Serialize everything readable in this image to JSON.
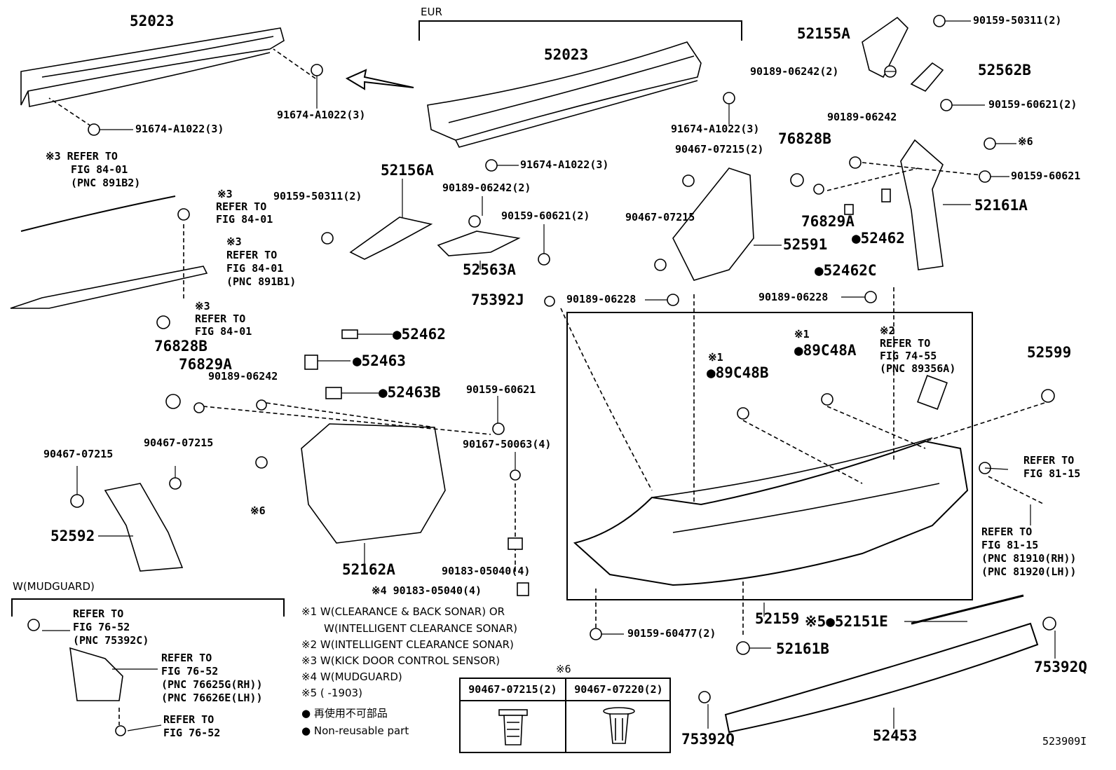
{
  "header": {
    "eur": "EUR",
    "mudguard": "W(MUDGUARD)"
  },
  "parts": {
    "p52023a": "52023",
    "p52023b": "52023",
    "p91674a": "91674-A1022(3)",
    "p91674b": "91674-A1022(3)",
    "p91674c": "91674-A1022(3)",
    "p91674d": "91674-A1022(3)",
    "p52155A": "52155A",
    "p90159_50311_2a": "90159-50311(2)",
    "p90189_06242_2a": "90189-06242(2)",
    "p52562B": "52562B",
    "p90159_60621_2a": "90159-60621(2)",
    "p90189_06242b": "90189-06242",
    "p76828Ba": "76828B",
    "p90467_07215_2": "90467-07215(2)",
    "p6a": "※6",
    "p90159_60621a": "90159-60621",
    "p52161A": "52161A",
    "p76829Aa": "76829A",
    "p52462a": "●52462",
    "p90467_07215a": "90467-07215",
    "p52591": "52591",
    "p52462C": "●52462C",
    "p52156A": "52156A",
    "p90189_06242_2b": "90189-06242(2)",
    "p90159_50311_2b": "90159-50311(2)",
    "p90159_60621_2b": "90159-60621(2)",
    "p52563A": "52563A",
    "p75392J": "75392J",
    "p90189_06228a": "90189-06228",
    "p90189_06228b": "90189-06228",
    "p52462b": "●52462",
    "p52463": "●52463",
    "p52463B": "●52463B",
    "p76828Bb": "76828B",
    "p76829Ab": "76829A",
    "p90189_06242c": "90189-06242",
    "p90159_60621b": "90159-60621",
    "p90167": "90167-50063(4)",
    "p89C48A_n": "※1",
    "p89C48A": "●89C48A",
    "p89C48B_n": "※1",
    "p89C48B": "●89C48B",
    "p52599": "52599",
    "p90467_07215b": "90467-07215",
    "p90467_07215c": "90467-07215",
    "p6b": "※6",
    "p52592": "52592",
    "p52162A": "52162A",
    "p90183_4a": "90183-05040(4)",
    "p90183_4b": "※4 90183-05040(4)",
    "p52159": "52159",
    "p52151E": "※5●52151E",
    "p90159_60477": "90159-60477(2)",
    "p52161B": "52161B",
    "p75392Qa": "75392Q",
    "p75392Qb": "75392Q",
    "p52453": "52453",
    "fig": "523909I"
  },
  "refs": {
    "r1": [
      "※3 REFER TO",
      "FIG 84-01",
      "(PNC 891B2)"
    ],
    "r2": [
      "※3",
      "REFER TO",
      "FIG 84-01"
    ],
    "r3": [
      "※3",
      "REFER TO",
      "FIG 84-01",
      "(PNC 891B1)"
    ],
    "r4": [
      "※3",
      "REFER TO",
      "FIG 84-01"
    ],
    "r5": [
      "※2",
      "REFER TO",
      "FIG 74-55",
      "(PNC 89356A)"
    ],
    "r6": [
      "REFER TO",
      "FIG 81-15"
    ],
    "r7": [
      "REFER TO",
      "FIG 81-15",
      "(PNC 81910(RH))",
      "(PNC 81920(LH))"
    ],
    "r8": [
      "REFER TO",
      "FIG 76-52",
      "(PNC 75392C)"
    ],
    "r9": [
      "REFER TO",
      "FIG 76-52",
      "(PNC 76625G(RH))",
      "(PNC 76626E(LH))"
    ],
    "r10": [
      "REFER TO",
      "FIG 76-52"
    ]
  },
  "notes": {
    "n1": "※1 W(CLEARANCE & BACK SONAR) OR",
    "n1b": "W(INTELLIGENT CLEARANCE SONAR)",
    "n2": "※2 W(INTELLIGENT CLEARANCE SONAR)",
    "n3": "※3 W(KICK DOOR CONTROL SENSOR)",
    "n4": "※4 W(MUDGUARD)",
    "n5": "※5 (        -1903)",
    "jp": "● 再使用不可部品",
    "en": "● Non-reusable part"
  },
  "table": {
    "title": "※6",
    "col1": "90467-07215(2)",
    "col2": "90467-07220(2)"
  }
}
